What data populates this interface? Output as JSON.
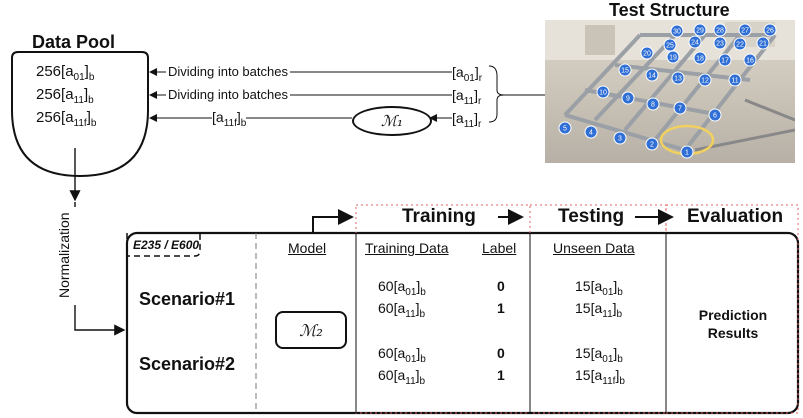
{
  "data_pool": {
    "title": "Data Pool",
    "rows": [
      {
        "count": "256",
        "sub": "01",
        "suffix": ""
      },
      {
        "count": "256",
        "sub": "11",
        "suffix": ""
      },
      {
        "count": "256",
        "sub": "11f",
        "suffix": ""
      }
    ],
    "dividing_label": "Dividing into batches"
  },
  "test_structure": {
    "title": "Test Structure",
    "sensors": [
      "1",
      "2",
      "3",
      "4",
      "5",
      "6",
      "7",
      "8",
      "9",
      "10",
      "11",
      "12",
      "13",
      "14",
      "15",
      "16",
      "17",
      "18",
      "19",
      "20",
      "21",
      "22",
      "23",
      "24",
      "25",
      "26",
      "27",
      "28",
      "29",
      "30"
    ]
  },
  "raw_signals": [
    {
      "sub": "01"
    },
    {
      "sub": "11"
    },
    {
      "sub": "11"
    }
  ],
  "m1_output": {
    "sub": "11f"
  },
  "models": {
    "m1": "ℳ₁",
    "m2": "ℳ₂"
  },
  "normalization_label": "Normalization",
  "pipeline": {
    "training": "Training",
    "testing": "Testing",
    "evaluation": "Evaluation"
  },
  "energy_tag": "E235 / E600",
  "columns": {
    "model": "Model",
    "training_data": "Training Data",
    "label": "Label",
    "unseen_data": "Unseen Data"
  },
  "scenarios": [
    {
      "name": "Scenario#1",
      "train": [
        {
          "count": "60",
          "sub": "01"
        },
        {
          "count": "60",
          "sub": "11"
        }
      ],
      "labels": [
        "0",
        "1"
      ],
      "unseen": [
        {
          "count": "15",
          "sub": "01"
        },
        {
          "count": "15",
          "sub": "11"
        }
      ]
    },
    {
      "name": "Scenario#2",
      "train": [
        {
          "count": "60",
          "sub": "01"
        },
        {
          "count": "60",
          "sub": "11"
        }
      ],
      "labels": [
        "0",
        "1"
      ],
      "unseen": [
        {
          "count": "15",
          "sub": "01"
        },
        {
          "count": "15",
          "sub": "11f"
        }
      ]
    }
  ],
  "prediction": "Prediction Results",
  "colors": {
    "line": "#111111",
    "red_dash": "#e06060",
    "sensor": "#2f6fd6",
    "ring": "#f0d060"
  }
}
